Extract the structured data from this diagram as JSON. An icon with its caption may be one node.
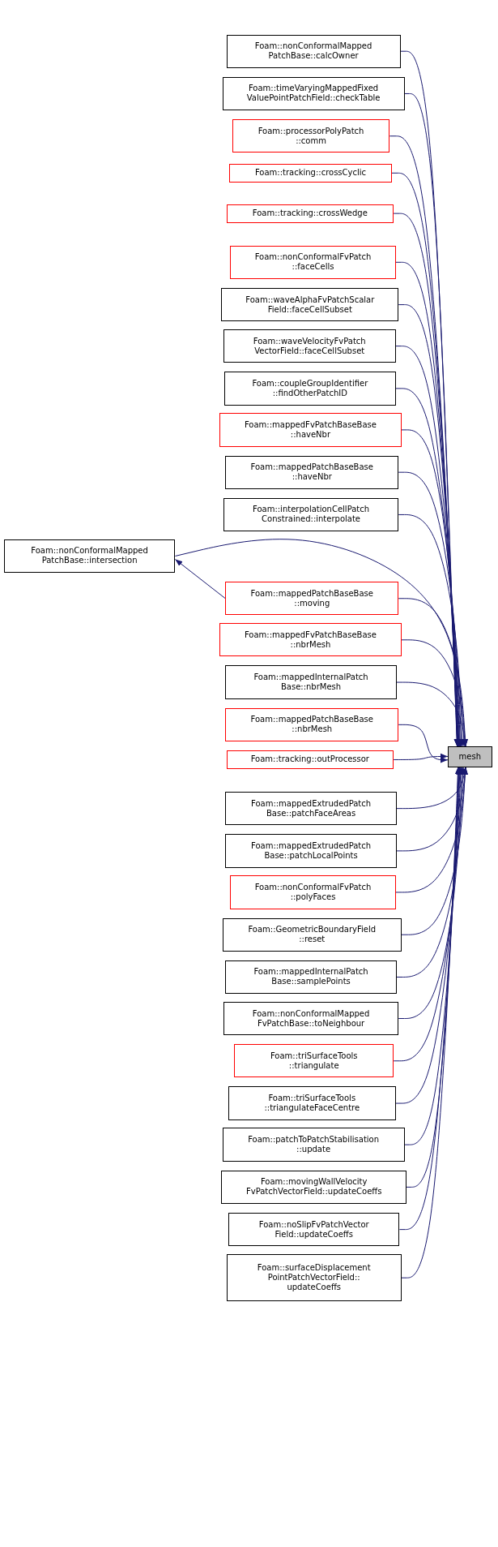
{
  "diagram": {
    "nodes": [
      {
        "text": [
          "Foam::nonConformalMapped PatchBase::calcOwner"
        ]
      },
      {
        "text": [
          "Foam::timeVaryingMappedFixed ValuePointPatchField::checkTable"
        ]
      },
      {
        "text": [
          "Foam::processorPolyPatch ::comm"
        ]
      },
      {
        "text": [
          "Foam::tracking::crossCyclic"
        ]
      },
      {
        "text": [
          "Foam::tracking::crossWedge"
        ]
      },
      {
        "text": [
          "Foam::nonConformalFvPatch ::faceCells"
        ]
      },
      {
        "text": [
          "Foam::waveAlphaFvPatchScalar Field::faceCellSubset"
        ]
      },
      {
        "text": [
          "Foam::waveVelocityFvPatch VectorField::faceCellSubset"
        ]
      },
      {
        "text": [
          "Foam::coupleGroupIdentifier ::findOtherPatchID"
        ]
      },
      {
        "text": [
          "Foam::mappedFvPatchBaseBase ::haveNbr"
        ]
      },
      {
        "text": [
          "Foam::mappedPatchBaseBase ::haveNbr"
        ]
      },
      {
        "text": [
          "Foam::interpolationCellPatch Constrained::interpolate"
        ]
      },
      {
        "text": [
          "Foam::nonConformalMapped PatchBase::intersection"
        ]
      },
      {
        "text": [
          "Foam::mappedPatchBaseBase ::moving"
        ]
      },
      {
        "text": [
          "Foam::mappedFvPatchBaseBase ::nbrMesh"
        ]
      },
      {
        "text": [
          "Foam::mappedInternalPatch Base::nbrMesh"
        ]
      },
      {
        "text": [
          "Foam::mappedPatchBaseBase ::nbrMesh"
        ]
      },
      {
        "text": [
          "Foam::tracking::outProcessor"
        ]
      },
      {
        "text": [
          "Foam::mappedExtrudedPatch Base::patchFaceAreas"
        ]
      },
      {
        "text": [
          "Foam::mappedExtrudedPatch Base::patchLocalPoints"
        ]
      },
      {
        "text": [
          "Foam::nonConformalFvPatch ::polyFaces"
        ]
      },
      {
        "text": [
          "Foam::GeometricBoundaryField ::reset"
        ]
      },
      {
        "text": [
          "Foam::mappedInternalPatch Base::samplePoints"
        ]
      },
      {
        "text": [
          "Foam::nonConformalMapped FvPatchBase::toNeighbour"
        ]
      },
      {
        "text": [
          "Foam::triSurfaceTools ::triangulate"
        ]
      },
      {
        "text": [
          "Foam::triSurfaceTools ::triangulateFaceCentre"
        ]
      },
      {
        "text": [
          "Foam::patchToPatchStabilisation ::update"
        ]
      },
      {
        "text": [
          "Foam::movingWallVelocity FvPatchVectorField::updateCoeffs"
        ]
      },
      {
        "text": [
          "Foam::noSlipFvPatchVector Field::updateCoeffs"
        ]
      },
      {
        "text": [
          "Foam::surfaceDisplacement PointPatchVectorField:: updateCoeffs"
        ]
      },
      {
        "text": [
          "mesh"
        ]
      }
    ],
    "edges": [
      {
        "from": 0,
        "to": 30,
        "arrow": "to"
      },
      {
        "from": 1,
        "to": 30,
        "arrow": "to"
      },
      {
        "from": 2,
        "to": 30,
        "arrow": "to"
      },
      {
        "from": 3,
        "to": 30,
        "arrow": "to"
      },
      {
        "from": 4,
        "to": 30,
        "arrow": "to"
      },
      {
        "from": 5,
        "to": 30,
        "arrow": "to"
      },
      {
        "from": 6,
        "to": 30,
        "arrow": "to"
      },
      {
        "from": 7,
        "to": 30,
        "arrow": "to"
      },
      {
        "from": 8,
        "to": 30,
        "arrow": "to"
      },
      {
        "from": 9,
        "to": 30,
        "arrow": "to"
      },
      {
        "from": 10,
        "to": 30,
        "arrow": "to"
      },
      {
        "from": 11,
        "to": 30,
        "arrow": "to"
      },
      {
        "from": 12,
        "to": 30,
        "arrow": "to"
      },
      {
        "from": 13,
        "to": 12,
        "arrow": "to"
      },
      {
        "from": 13,
        "to": 30,
        "arrow": "to"
      },
      {
        "from": 14,
        "to": 30,
        "arrow": "to"
      },
      {
        "from": 15,
        "to": 30,
        "arrow": "to"
      },
      {
        "from": 16,
        "to": 30,
        "arrow": "to"
      },
      {
        "from": 17,
        "to": 30,
        "arrow": "to"
      },
      {
        "from": 18,
        "to": 30,
        "arrow": "to"
      },
      {
        "from": 19,
        "to": 30,
        "arrow": "to"
      },
      {
        "from": 20,
        "to": 30,
        "arrow": "to"
      },
      {
        "from": 21,
        "to": 30,
        "arrow": "to"
      },
      {
        "from": 22,
        "to": 30,
        "arrow": "to"
      },
      {
        "from": 23,
        "to": 30,
        "arrow": "to"
      },
      {
        "from": 24,
        "to": 30,
        "arrow": "to"
      },
      {
        "from": 25,
        "to": 30,
        "arrow": "to"
      },
      {
        "from": 26,
        "to": 30,
        "arrow": "to"
      },
      {
        "from": 27,
        "to": 30,
        "arrow": "to"
      },
      {
        "from": 28,
        "to": 30,
        "arrow": "to"
      },
      {
        "from": 29,
        "to": 30,
        "arrow": "to"
      }
    ]
  }
}
